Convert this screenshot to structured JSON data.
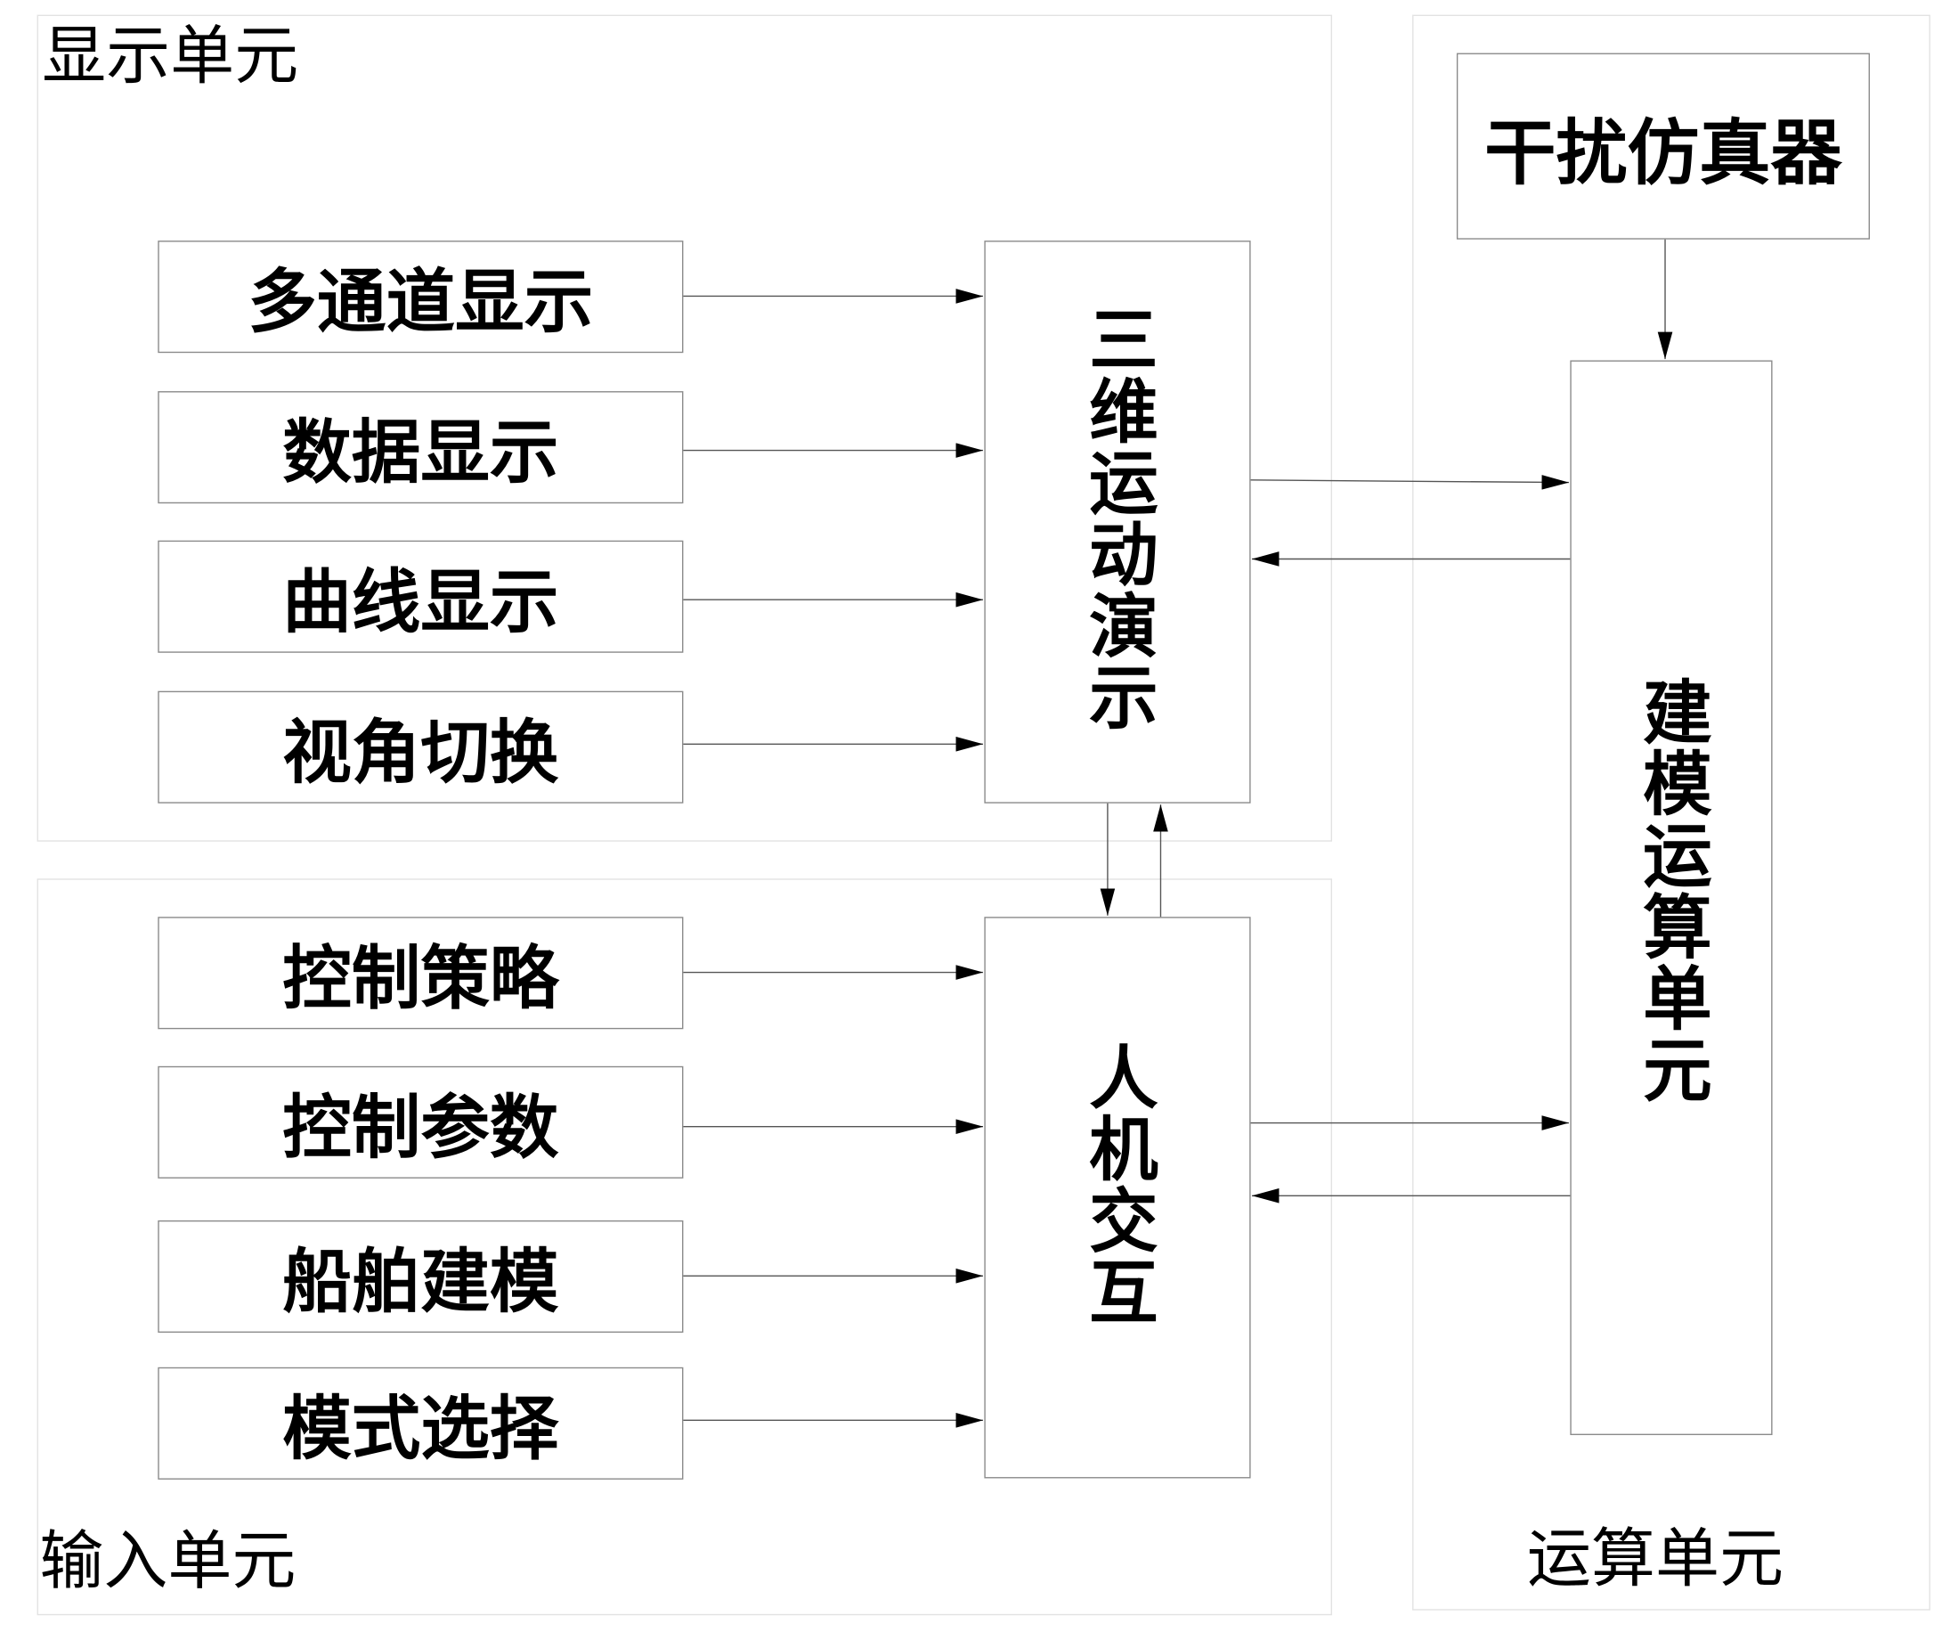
{
  "display_unit": {
    "label": "显示单元",
    "items": [
      "多通道显示",
      "数据显示",
      "曲线显示",
      "视角切换"
    ],
    "target": "三维运动演示"
  },
  "input_unit": {
    "label": "输入单元",
    "items": [
      "控制策略",
      "控制参数",
      "船舶建模",
      "模式选择"
    ],
    "target": "人机交互"
  },
  "compute_unit": {
    "label": "运算单元",
    "disturbance": "干扰仿真器",
    "modeling": "建模运算单元"
  }
}
